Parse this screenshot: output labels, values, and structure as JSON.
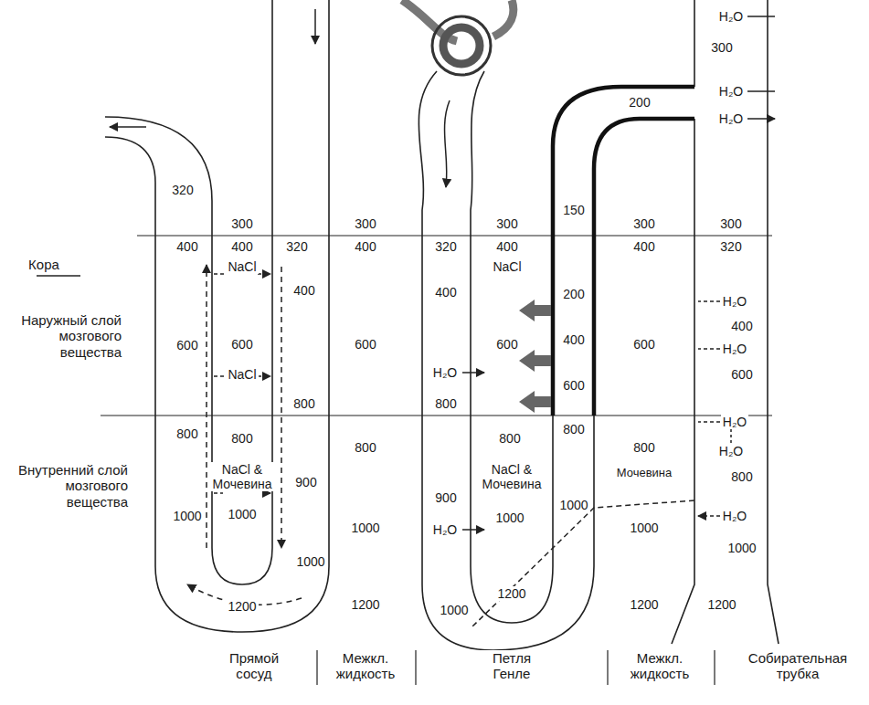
{
  "diagram": {
    "labels": [
      "Кора",
      "Наружный слой мозгового вещества",
      "Внутренний слой мозгового вещества",
      "320",
      "300",
      "400",
      "400",
      "320",
      "NaCl",
      "400",
      "600",
      "600",
      "NaCl",
      "800",
      "800",
      "800",
      "NaCl & Мочевина",
      "900",
      "1000",
      "1000",
      "1000",
      "1200",
      "300",
      "400",
      "600",
      "800",
      "1000",
      "1200",
      "300",
      "320",
      "400",
      "NaCl",
      "400",
      "600",
      "H₂O",
      "800",
      "800",
      "900",
      "NaCl & Мочевина",
      "H₂O",
      "1000",
      "1000",
      "1200",
      "150",
      "200",
      "200",
      "400",
      "600",
      "800",
      "1000",
      "300",
      "400",
      "600",
      "800",
      "Мочевина",
      "1000",
      "1200",
      "H₂O",
      "300",
      "H₂O",
      "H₂O",
      "300",
      "320",
      "H₂O",
      "400",
      "H₂O",
      "600",
      "H₂O",
      "H₂O",
      "800",
      "H₂O",
      "1000",
      "1200",
      "Прямой сосуд",
      "Межкл. жидкость",
      "Петля Генле",
      "Межкл. жидкость",
      "Собирательная трубка"
    ]
  }
}
